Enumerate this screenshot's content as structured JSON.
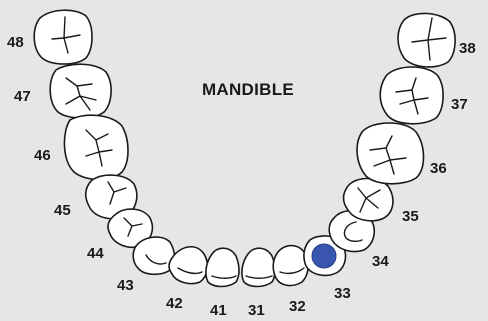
{
  "title": "MANDIBLE",
  "marker_color": "#3a55b0",
  "selected_tooth": "33",
  "teeth": [
    {
      "id": "48",
      "label": "48",
      "icon": "molar-icon"
    },
    {
      "id": "47",
      "label": "47",
      "icon": "molar-icon"
    },
    {
      "id": "46",
      "label": "46",
      "icon": "molar-icon"
    },
    {
      "id": "45",
      "label": "45",
      "icon": "premolar-icon"
    },
    {
      "id": "44",
      "label": "44",
      "icon": "premolar-icon"
    },
    {
      "id": "43",
      "label": "43",
      "icon": "canine-icon"
    },
    {
      "id": "42",
      "label": "42",
      "icon": "incisor-icon"
    },
    {
      "id": "41",
      "label": "41",
      "icon": "incisor-icon"
    },
    {
      "id": "31",
      "label": "31",
      "icon": "incisor-icon"
    },
    {
      "id": "32",
      "label": "32",
      "icon": "incisor-icon"
    },
    {
      "id": "33",
      "label": "33",
      "icon": "canine-icon"
    },
    {
      "id": "34",
      "label": "34",
      "icon": "premolar-icon"
    },
    {
      "id": "35",
      "label": "35",
      "icon": "premolar-icon"
    },
    {
      "id": "36",
      "label": "36",
      "icon": "molar-icon"
    },
    {
      "id": "37",
      "label": "37",
      "icon": "molar-icon"
    },
    {
      "id": "38",
      "label": "38",
      "icon": "molar-icon"
    }
  ]
}
